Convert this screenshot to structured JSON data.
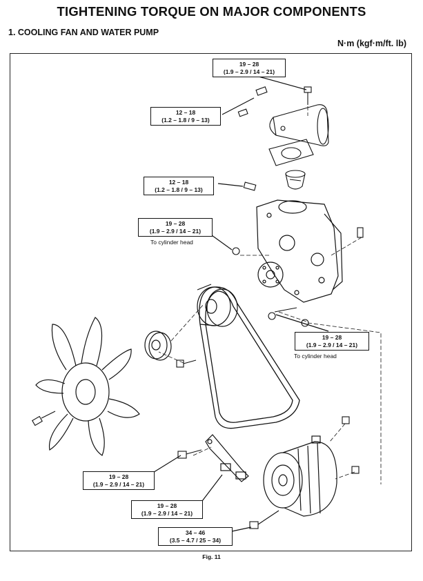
{
  "page": {
    "title": "TIGHTENING TORQUE ON MAJOR COMPONENTS",
    "section": "1.  COOLING FAN AND WATER PUMP",
    "units": "N·m (kgf·m/ft. lb)",
    "figure_caption": "Fig. 11"
  },
  "callouts": [
    {
      "metric": "19 – 28",
      "range": "(1.9 – 2.9 / 14 – 21)"
    },
    {
      "metric": "12 – 18",
      "range": "(1.2 – 1.8 / 9 – 13)"
    },
    {
      "metric": "12 – 18",
      "range": "(1.2 – 1.8 / 9 – 13)"
    },
    {
      "metric": "19 – 28",
      "range": "(1.9 – 2.9 / 14 – 21)",
      "note": "To cylinder head"
    },
    {
      "metric": "19 – 28",
      "range": "(1.9 – 2.9 / 14 – 21)",
      "note": "To cylinder head"
    },
    {
      "metric": "19 – 28",
      "range": "(1.9 – 2.9 / 14 – 21)"
    },
    {
      "metric": "19 – 28",
      "range": "(1.9 – 2.9 / 14 – 21)"
    },
    {
      "metric": "34 – 46",
      "range": "(3.5 – 4.7 / 25 – 34)"
    }
  ]
}
